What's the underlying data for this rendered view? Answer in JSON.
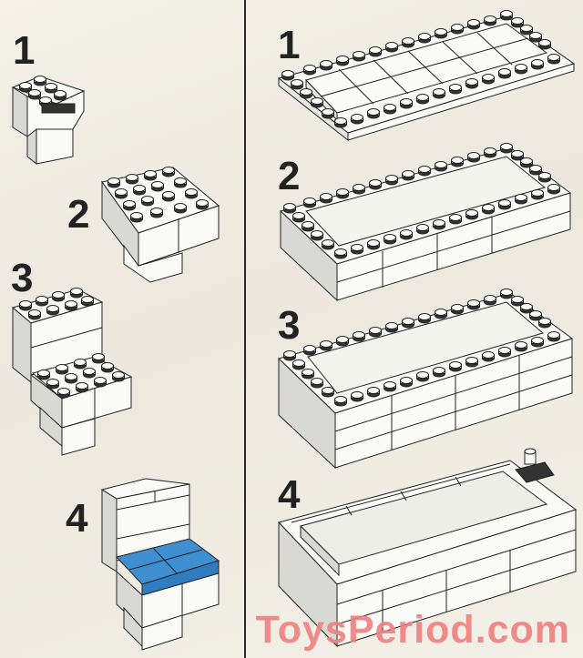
{
  "document": {
    "type": "building-instructions",
    "left_column": {
      "model": "chair",
      "steps": [
        {
          "number": "1"
        },
        {
          "number": "2"
        },
        {
          "number": "3"
        },
        {
          "number": "4",
          "highlight_color": "#3f8fd1"
        }
      ]
    },
    "right_column": {
      "model": "bathtub",
      "steps": [
        {
          "number": "1"
        },
        {
          "number": "2"
        },
        {
          "number": "3"
        },
        {
          "number": "4"
        }
      ]
    },
    "watermark": {
      "text": "ToysPeriod.com",
      "color": "#f08080"
    }
  }
}
